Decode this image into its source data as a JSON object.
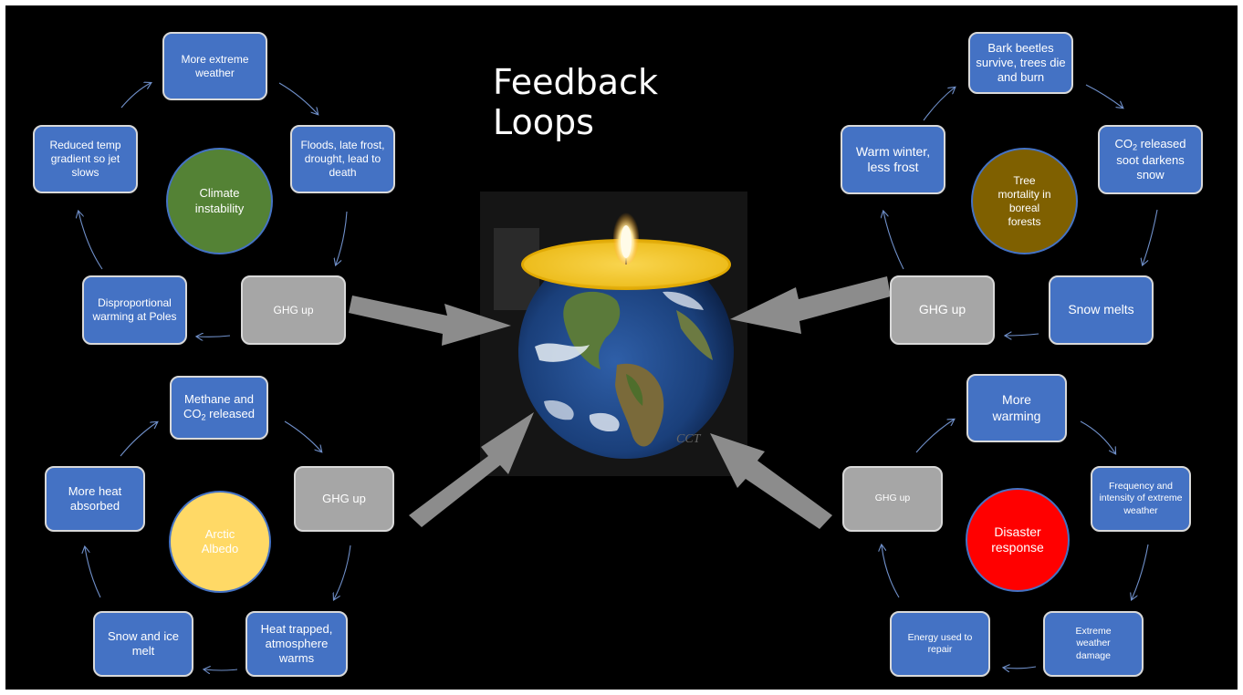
{
  "title": "Feedback Loops",
  "colors": {
    "box_fill": "#4472c4",
    "ghg_fill": "#a6a6a6",
    "climate_circle": "#548235",
    "tree_circle": "#7f6000",
    "arctic_circle": "#ffd966",
    "disaster_circle": "#ff0000",
    "background": "#000000"
  },
  "center_image": {
    "watermark": "CCT"
  },
  "loops": {
    "top_left": {
      "center": "Climate instability",
      "nodes": [
        "More extreme weather",
        "Floods, late frost, drought, lead to death",
        "GHG up",
        "Disproportional warming at Poles",
        "Reduced temp gradient so jet slows"
      ]
    },
    "top_right": {
      "center": "Tree mortality in boreal forests",
      "nodes": [
        "Bark beetles survive, trees die and burn",
        "CO2 released soot darkens snow",
        "Snow melts",
        "GHG up",
        "Warm winter, less frost"
      ],
      "co2_prefix": "CO",
      "co2_sub": "2",
      "co2_suffix": " released soot darkens snow"
    },
    "bottom_left": {
      "center": "Arctic Albedo",
      "nodes": [
        "Methane and CO2 released",
        "GHG up",
        "Heat trapped, atmosphere warms",
        "Snow and ice melt",
        "More heat absorbed"
      ],
      "methane_prefix": "Methane and CO",
      "methane_sub": "2",
      "methane_suffix": " released"
    },
    "bottom_right": {
      "center": "Disaster response",
      "nodes": [
        "More warming",
        "Frequency and intensity of extreme weather",
        "Extreme weather damage",
        "Energy used to repair",
        "GHG up"
      ]
    }
  }
}
